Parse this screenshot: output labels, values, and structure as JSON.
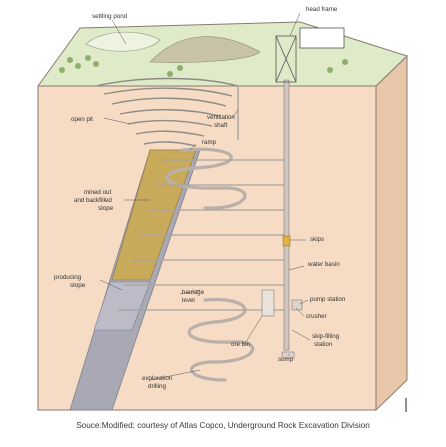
{
  "labels": {
    "settling_pond": "settling pond",
    "head_frame": "head frame",
    "open_pit": "open pit",
    "ventilation_shaft": [
      "ventilation",
      "shaft"
    ],
    "ramp": "ramp",
    "mined_out": [
      "mined out",
      "and backfilled",
      "stope"
    ],
    "skips": "skips",
    "water_basin": "water basin",
    "producing_stope": [
      "producing",
      "stope"
    ],
    "haulage_level": [
      "haulage",
      "level"
    ],
    "pump_station": "pump station",
    "crusher": "crusher",
    "skip_filling": [
      "skip-filling",
      "station"
    ],
    "ore_bin": "ore bin",
    "sump": "sump",
    "exploration_drilling": [
      "exploration",
      "drilling"
    ]
  },
  "caption": "Souce:Modified; courtesy of Atlas Copco, Underground Rock Excavation Division",
  "colors": {
    "rock": "#f6dcc4",
    "rock_side": "#e9c7aa",
    "grass": "#dfeac8",
    "ore_body": "#a9a9b6",
    "backfill": "#c9a95a",
    "outline": "#8a7a70"
  }
}
